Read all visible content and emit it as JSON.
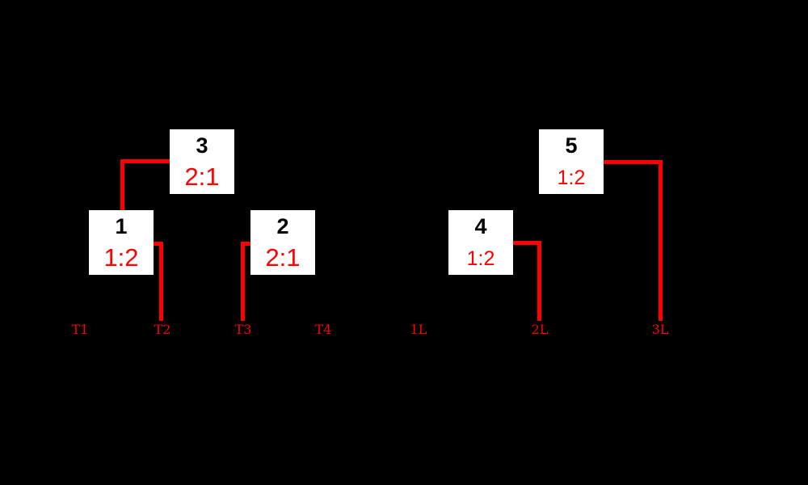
{
  "diagram": {
    "kind": "tournament-bracket",
    "colors": {
      "background": "#000000",
      "box_fill": "#ffffff",
      "match_number_text": "#000000",
      "score_text": "#ff0000",
      "connector_line": "#ff0000",
      "slot_label_text": "#ff0000"
    },
    "matches": [
      {
        "number": "1",
        "score": "1:2"
      },
      {
        "number": "2",
        "score": "2:1"
      },
      {
        "number": "3",
        "score": "2:1"
      },
      {
        "number": "4",
        "score": "1:2"
      },
      {
        "number": "5",
        "score": "1:2"
      }
    ],
    "slot_labels": [
      "T1",
      "T2",
      "T3",
      "T4",
      "1L",
      "2L",
      "3L"
    ]
  }
}
